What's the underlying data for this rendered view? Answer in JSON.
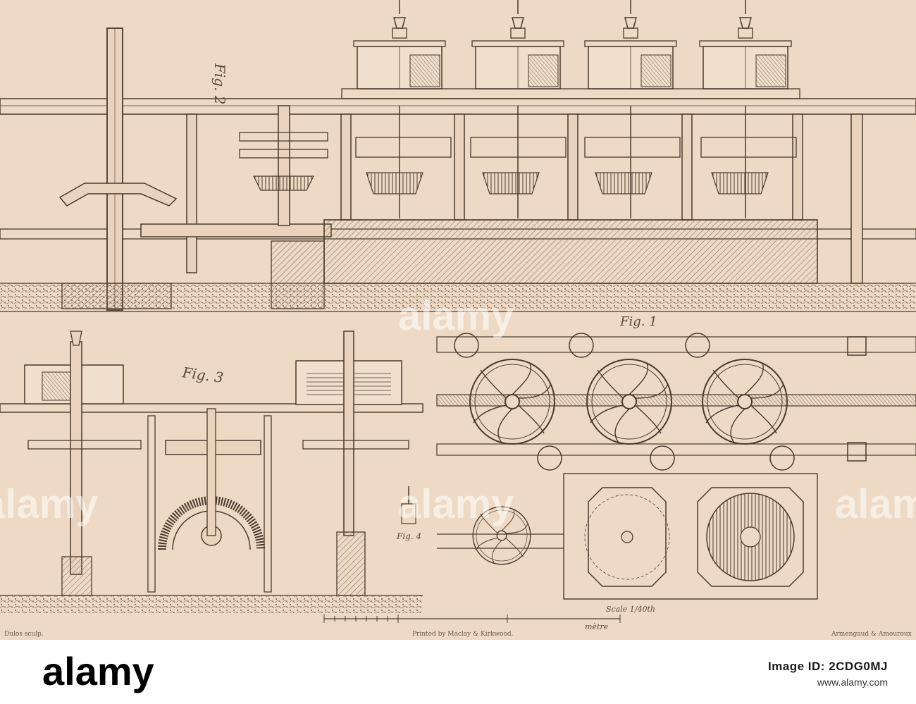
{
  "plate": {
    "fig1_label": "Fig. 1",
    "fig2_label": "Fig. 2",
    "fig3_label": "Fig. 3",
    "fig4_label": "Fig. 4",
    "scale_label": "Scale 1/40th",
    "metre_label": "mètre",
    "engraver": "Dulos sculp.",
    "printer": "Printed by Maclay & Kirkwood.",
    "publisher": "Armengaud & Amouroux",
    "watermark_text": "alamy"
  },
  "footer": {
    "brand": "alamy",
    "image_id": "Image ID: 2CDG0MJ",
    "site": "www.alamy.com"
  },
  "colors": {
    "paper": "#eed9c4",
    "ink": "#4a3a2c",
    "hatch": "#b8a48e",
    "footer_bg": "#ffffff"
  }
}
